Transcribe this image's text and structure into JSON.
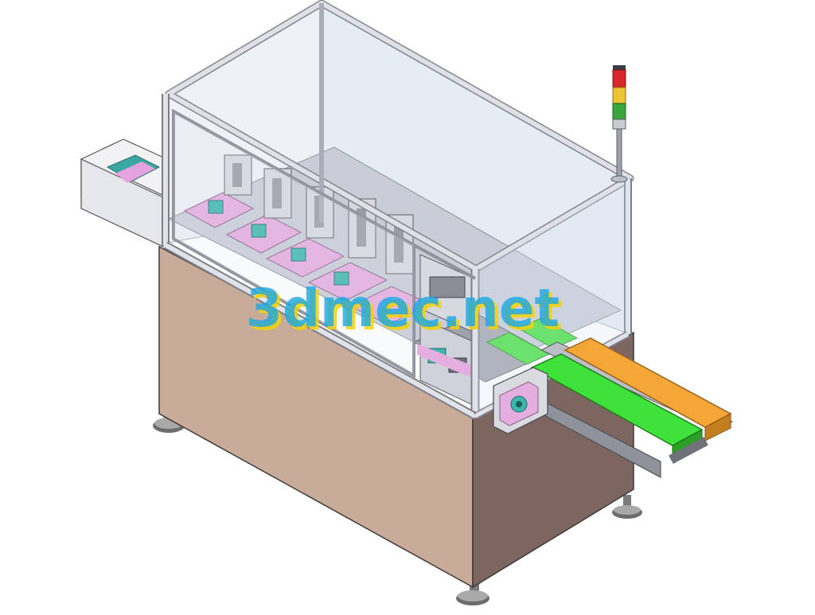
{
  "watermark": {
    "text": "3dmec.net",
    "colors": {
      "primary": "#19a8e6",
      "shadow": "#f2d10a"
    }
  },
  "palette": {
    "cabinet_front": "#c9ab99",
    "cabinet_side": "#7e6660",
    "frame": "#d4d6de",
    "frame_edge": "#7d7f88",
    "glass": "#e8eef5",
    "fixture_pink": "#e5aee0",
    "fixture_teal": "#39b7ad",
    "conveyor_green": "#3fe23b",
    "conveyor_orange": "#f4a636",
    "tower_red": "#d8272a",
    "tower_yellow": "#efc337",
    "tower_green": "#3ba63b"
  },
  "components": {
    "cabinet": "base-cabinet",
    "enclosure": "glass-enclosure",
    "infeed": "infeed-hopper",
    "outfeed": "outfeed-belt-conveyor",
    "signal_tower": "signal-tower-light",
    "motor": "conveyor-drive-motor",
    "feet": "leveling-feet"
  }
}
